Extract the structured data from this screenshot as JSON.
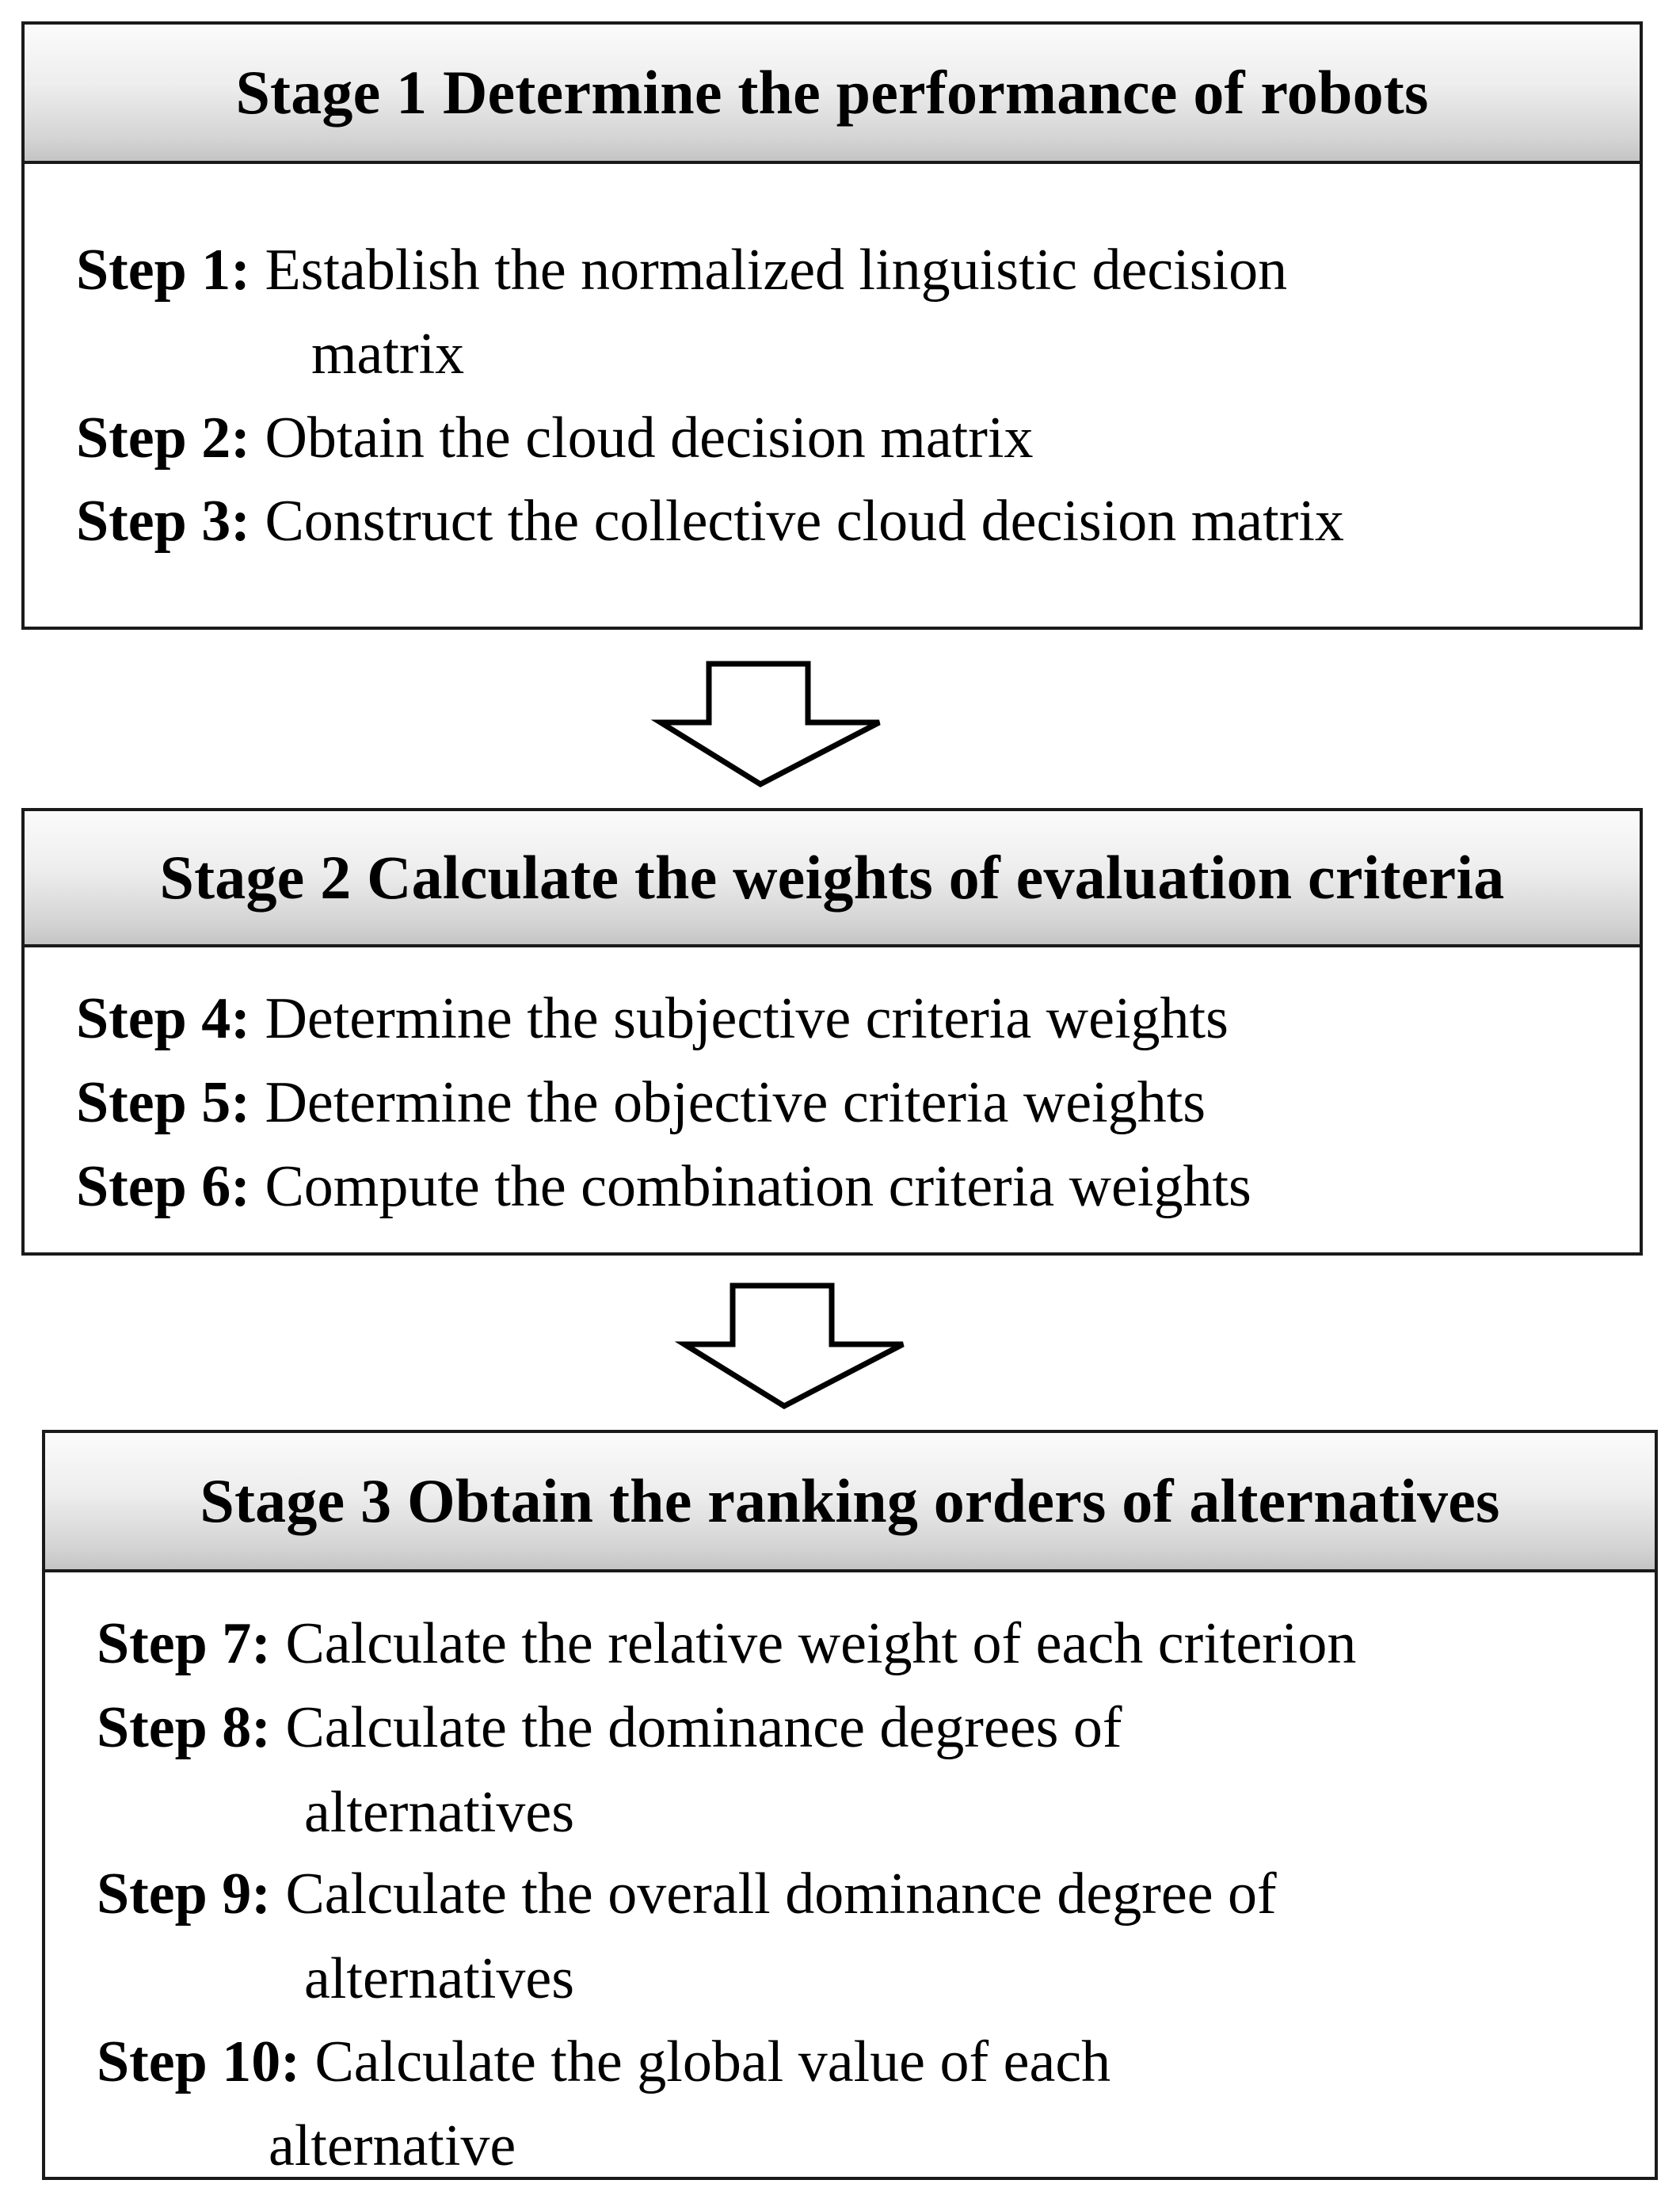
{
  "stages": [
    {
      "title": "Stage 1 Determine the performance of robots",
      "steps": [
        {
          "label": "Step 1:",
          "text": "Establish the normalized linguistic decision",
          "cont": "matrix"
        },
        {
          "label": "Step 2:",
          "text": "Obtain the cloud decision matrix"
        },
        {
          "label": "Step 3:",
          "text": "Construct the collective cloud decision matrix"
        }
      ]
    },
    {
      "title": "Stage 2 Calculate the weights of evaluation criteria",
      "steps": [
        {
          "label": "Step 4:",
          "text": "Determine the subjective criteria weights"
        },
        {
          "label": "Step 5:",
          "text": "Determine the objective criteria weights"
        },
        {
          "label": "Step 6:",
          "text": "Compute the combination criteria weights"
        }
      ]
    },
    {
      "title": "Stage 3 Obtain the ranking orders of alternatives",
      "steps": [
        {
          "label": "Step 7:",
          "text": "Calculate the relative weight of each criterion"
        },
        {
          "label": "Step 8:",
          "text": "Calculate the dominance degrees of",
          "cont": "alternatives"
        },
        {
          "label": "Step 9:",
          "text": "Calculate the overall dominance degree of",
          "cont": "alternatives"
        },
        {
          "label": "Step 10:",
          "text": "Calculate the global value of each",
          "cont": "alternative"
        }
      ]
    }
  ]
}
